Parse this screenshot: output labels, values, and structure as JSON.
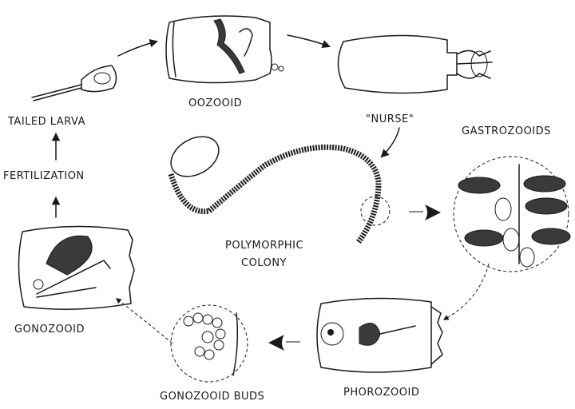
{
  "labels": {
    "oozooid": "OOZOOID",
    "tailed_larva": "TAILED LARVA",
    "nurse": "\"NURSE\"",
    "gastrozooids": "GASTROZOOIDS",
    "fertilization": "FERTILIZATION",
    "polymorphic": "POLYMORPHIC",
    "colony": "COLONY",
    "gonozooid": "GONOZOOID",
    "gonozooid_buds": "GONOZOOID BUDS",
    "phorozooid": "PHOROZOOID"
  }
}
